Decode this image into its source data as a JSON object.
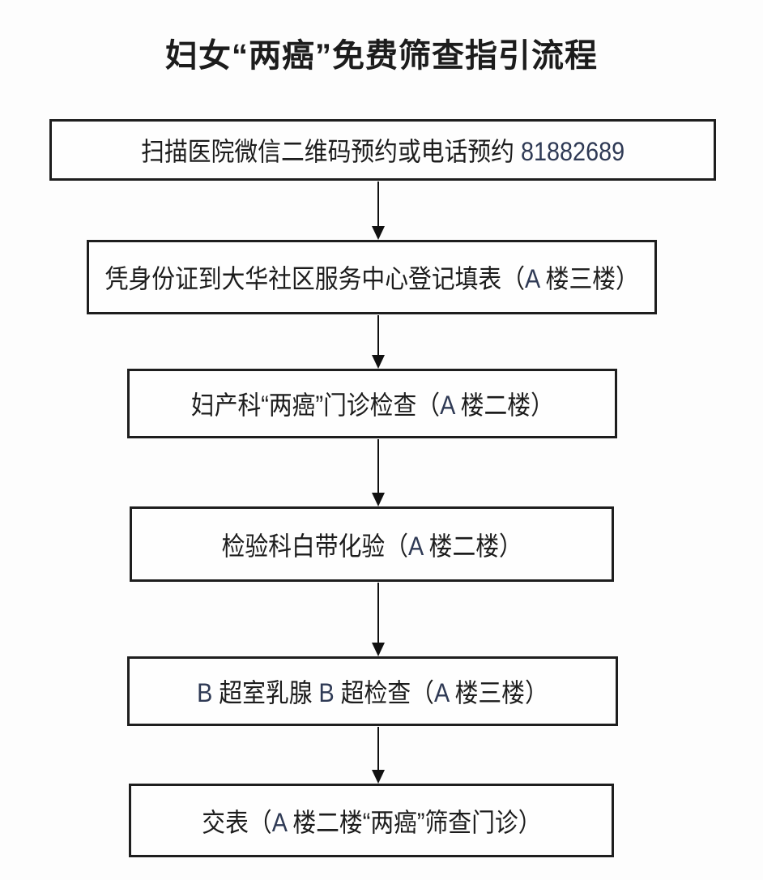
{
  "title": "妇女“两癌”免费筛查指引流程",
  "colors": {
    "text": "#1c1c1c",
    "latin_text": "#2f3a55",
    "border": "#1e1e1e",
    "arrow": "#111111",
    "background": "#fdfdfd",
    "box_fill": "#fefefe"
  },
  "flow": {
    "steps": [
      {
        "label": "扫描医院微信二维码预约或电话预约 81882689"
      },
      {
        "label": "凭身份证到大华社区服务中心登记填表（A 楼三楼）"
      },
      {
        "label": "妇产科“两癌”门诊检查（A 楼二楼）"
      },
      {
        "label": "检验科白带化验（A 楼二楼）"
      },
      {
        "label": "B 超室乳腺 B 超检查（A 楼三楼）"
      },
      {
        "label": "交表（A 楼二楼“两癌”筛查门诊）"
      }
    ],
    "connector_count": 5
  }
}
